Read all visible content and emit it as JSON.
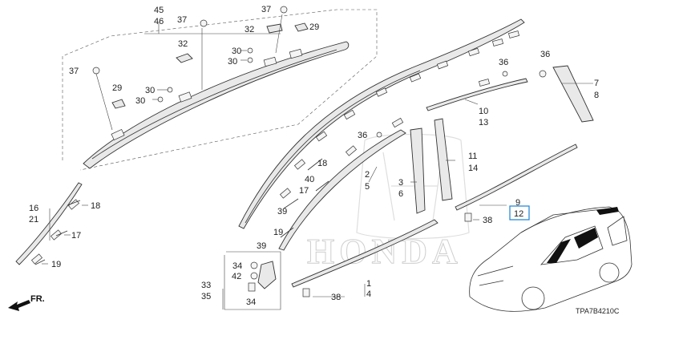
{
  "callouts": {
    "c45": "45",
    "c46": "46",
    "c37a": "37",
    "c37b": "37",
    "c37c": "37",
    "c32a": "32",
    "c32b": "32",
    "c29a": "29",
    "c29b": "29",
    "c30a": "30",
    "c30b": "30",
    "c30c": "30",
    "c30d": "30",
    "c36a": "36",
    "c36b": "36",
    "c36c": "36",
    "c7": "7",
    "c8": "8",
    "c10": "10",
    "c13": "13",
    "c11": "11",
    "c14": "14",
    "c2": "2",
    "c5": "5",
    "c3": "3",
    "c6": "6",
    "c9": "9",
    "c12": "12",
    "c38a": "38",
    "c38b": "38",
    "c18a": "18",
    "c18b": "18",
    "c40": "40",
    "c17a": "17",
    "c17b": "17",
    "c39a": "39",
    "c39b": "39",
    "c19a": "19",
    "c19b": "19",
    "c16": "16",
    "c21": "21",
    "c34a": "34",
    "c34b": "34",
    "c42": "42",
    "c33": "33",
    "c35": "35",
    "c1": "1",
    "c4": "4"
  },
  "direction_label": "FR.",
  "drawing_code": "TPA7B4210C",
  "watermark_text": "HONDA",
  "highlight_color": "#2a8bd6"
}
